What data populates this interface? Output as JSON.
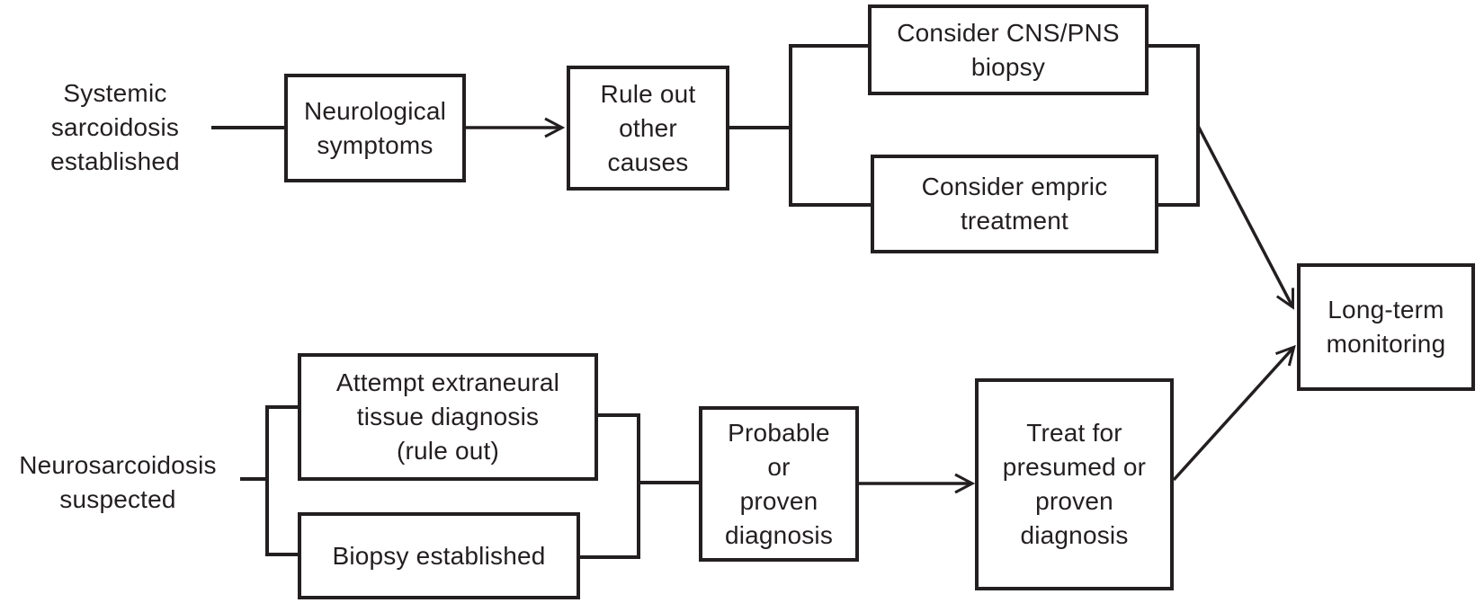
{
  "colors": {
    "line": "#231f20",
    "text": "#231f20",
    "box_background": "#ffffff",
    "page_background": "#ffffff"
  },
  "nodes": {
    "systemic": {
      "label": "Systemic\nsarcoidosis\nestablished",
      "shape": "text"
    },
    "neurological": {
      "label": "Neurological\nsymptoms",
      "shape": "box"
    },
    "rule_out": {
      "label": "Rule out\nother\ncauses",
      "shape": "box"
    },
    "cns_pns_biopsy": {
      "label": "Consider CNS/PNS\nbiopsy",
      "shape": "box"
    },
    "empric_treatment": {
      "label": "Consider empric\ntreatment",
      "shape": "box"
    },
    "long_term": {
      "label": "Long-term\nmonitoring",
      "shape": "box"
    },
    "neurosarcoidosis": {
      "label": "Neurosarcoidosis\nsuspected",
      "shape": "text"
    },
    "attempt_extraneural": {
      "label": "Attempt extraneural\ntissue diagnosis\n(rule out)",
      "shape": "box"
    },
    "biopsy_established": {
      "label": "Biopsy established",
      "shape": "box"
    },
    "probable_proven": {
      "label": "Probable\nor\nproven\ndiagnosis",
      "shape": "box"
    },
    "treat_presumed": {
      "label": "Treat for\npresumed or\nproven\ndiagnosis",
      "shape": "box"
    }
  },
  "edges": [
    {
      "from": "systemic",
      "to": "neurological",
      "arrow": false
    },
    {
      "from": "neurological",
      "to": "rule_out",
      "arrow": true
    },
    {
      "from": "rule_out",
      "to": "cns_pns_biopsy",
      "arrow": false
    },
    {
      "from": "rule_out",
      "to": "empric_treatment",
      "arrow": false
    },
    {
      "from": "cns_pns_biopsy",
      "to": "long_term",
      "arrow": true
    },
    {
      "from": "empric_treatment",
      "to": "long_term",
      "arrow": true
    },
    {
      "from": "neurosarcoidosis",
      "to": "attempt_extraneural",
      "arrow": false
    },
    {
      "from": "neurosarcoidosis",
      "to": "biopsy_established",
      "arrow": false
    },
    {
      "from": "attempt_extraneural",
      "to": "probable_proven",
      "arrow": false
    },
    {
      "from": "biopsy_established",
      "to": "probable_proven",
      "arrow": false
    },
    {
      "from": "probable_proven",
      "to": "treat_presumed",
      "arrow": true
    },
    {
      "from": "treat_presumed",
      "to": "long_term",
      "arrow": true
    }
  ]
}
